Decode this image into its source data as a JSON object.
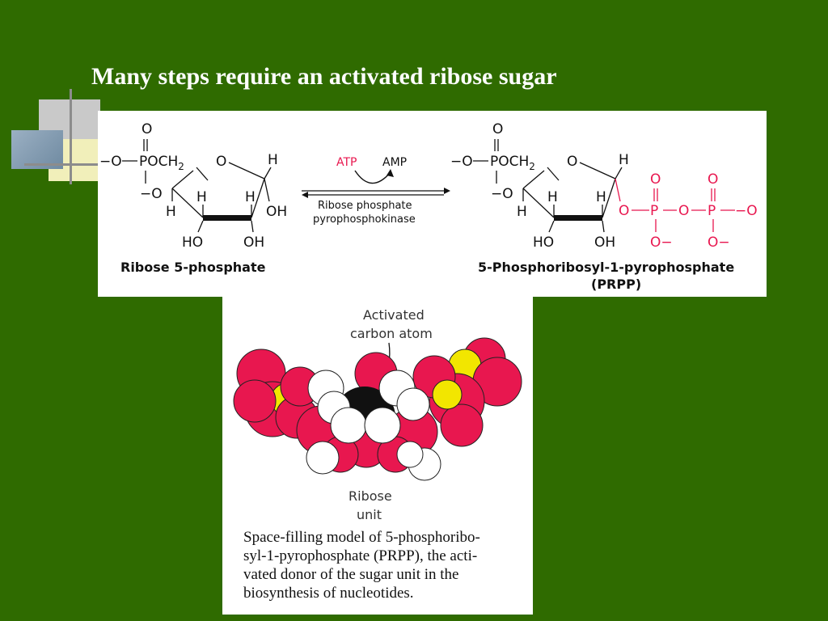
{
  "slide": {
    "title": "Many steps require an activated ribose sugar"
  },
  "reaction": {
    "left_label": "Ribose 5-phosphate",
    "right_label_line1": "5-Phosphoribosyl-1-pyrophosphate",
    "right_label_line2": "(PRPP)",
    "atp": "ATP",
    "amp": "AMP",
    "enzyme_line1": "Ribose phosphate",
    "enzyme_line2": "pyrophosphokinase",
    "atoms": {
      "O": "O",
      "neg_O": "−O",
      "P": "P",
      "POCH2": "POCH",
      "sub2": "2",
      "H": "H",
      "OH": "OH",
      "HO": "HO",
      "O_neg": "O−",
      "ring_O": "O"
    }
  },
  "model": {
    "activated_line1": "Activated",
    "activated_line2": "carbon atom",
    "ribose_line1": "Ribose",
    "ribose_line2": "unit",
    "colors": {
      "oxygen": "#e8174f",
      "phosphorus": "#f2e600",
      "hydrogen": "#ffffff",
      "carbon": "#111111"
    }
  },
  "caption": {
    "line1": "Space-filling model of 5-phosphoribo-",
    "line2": "syl-1-pyrophosphate (PRPP), the acti-",
    "line3": "vated donor of the sugar unit in the",
    "line4": "biosynthesis of nucleotides."
  },
  "colors": {
    "background": "#2f6b00",
    "title": "#ffffff",
    "pyrophosphate": "#e8174f",
    "atp": "#e8174f"
  }
}
